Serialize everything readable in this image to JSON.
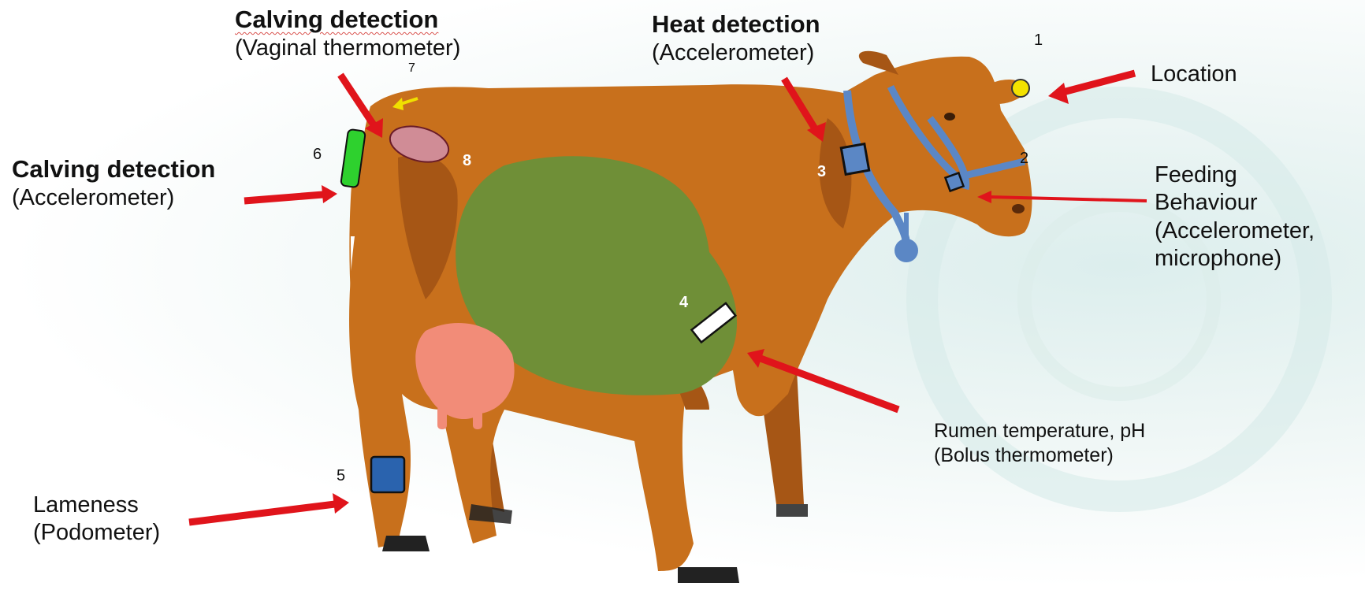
{
  "callouts": {
    "calving_vaginal": {
      "title": "Calving detection",
      "subtitle": "(Vaginal thermometer)"
    },
    "heat": {
      "title": "Heat detection",
      "subtitle": "(Accelerometer)"
    },
    "location": {
      "title": "Location"
    },
    "calving_accel": {
      "title": "Calving detection",
      "subtitle": "(Accelerometer)"
    },
    "feeding": {
      "line1": "Feeding",
      "line2": "Behaviour",
      "line3": "(Accelerometer,",
      "line4": "microphone)"
    },
    "rumen": {
      "title": "Rumen temperature, pH",
      "subtitle": "(Bolus thermometer)"
    },
    "lameness": {
      "title": "Lameness",
      "subtitle": "(Podometer)"
    }
  },
  "sensor_numbers": {
    "n1": "1",
    "n2": "2",
    "n3": "3",
    "n4": "4",
    "n5": "5",
    "n6": "6",
    "n7": "7",
    "n8": "8"
  },
  "colors": {
    "cow_body": "#c8701c",
    "cow_dark": "#a65615",
    "rumen": "#6f8f37",
    "udder": "#f28c78",
    "halter": "#5b87c5",
    "arrow": "#e0141b",
    "vaginal_sensor": "#d08c96",
    "tail_sensor": "#2ed12e",
    "leg_band": "#2a63ae"
  },
  "icons": [
    "arrow-icon",
    "yellow-arrow-icon",
    "location-tag-icon",
    "collar-sensor-icon"
  ]
}
